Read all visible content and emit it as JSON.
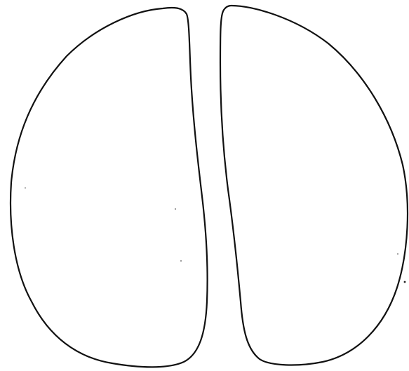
{
  "drawing": {
    "kind": "line-drawing",
    "shapes": [
      "left-lobe-outline",
      "right-lobe-outline"
    ],
    "stroke_color": "#111111",
    "background_color": "#ffffff"
  }
}
